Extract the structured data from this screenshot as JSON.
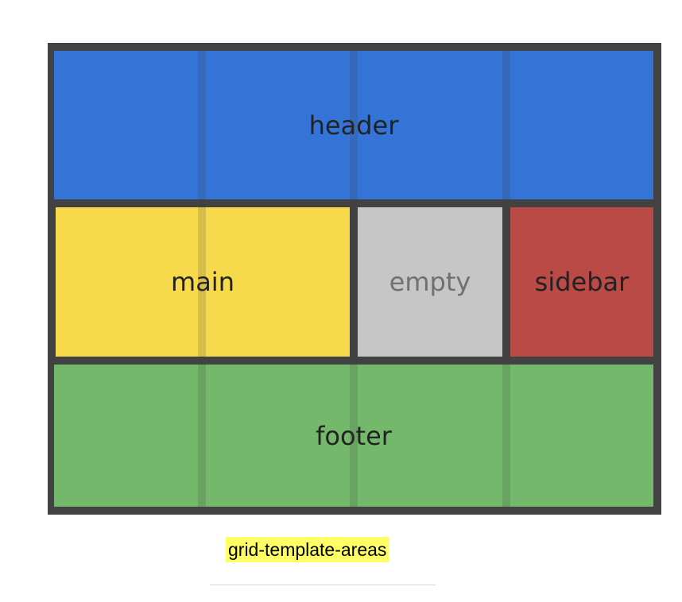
{
  "grid": {
    "frame_color": "#424242",
    "areas": {
      "header": {
        "label": "header",
        "color": "#3474d6",
        "text_color": "#222222"
      },
      "main": {
        "label": "main",
        "color": "#f7d94c",
        "text_color": "#222222"
      },
      "empty": {
        "label": "empty",
        "color": "#c6c6c6",
        "text_color": "#707070"
      },
      "sidebar": {
        "label": "sidebar",
        "color": "#b94a45",
        "text_color": "#222222"
      },
      "footer": {
        "label": "footer",
        "color": "#74b96b",
        "text_color": "#222222"
      }
    }
  },
  "caption": {
    "text": "grid-template-areas",
    "highlight_color": "#ffff66"
  },
  "divider_color": "#d6d6d6"
}
